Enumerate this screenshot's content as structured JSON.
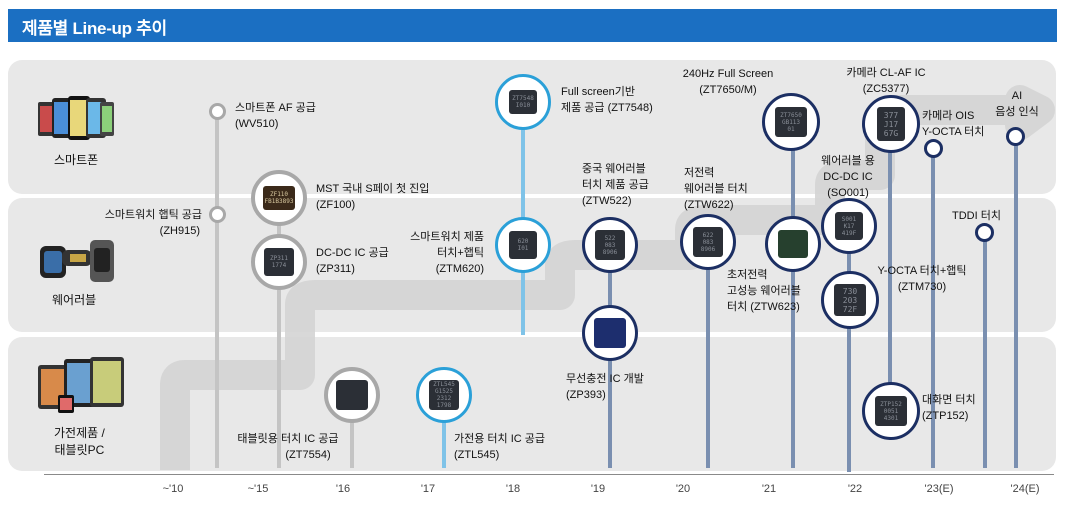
{
  "header": {
    "title": "제품별 Line-up 추이"
  },
  "categories": [
    {
      "label": "스마트폰",
      "icon": "smartphones-icon"
    },
    {
      "label": "웨어러블",
      "icon": "smartwatch-icon"
    },
    {
      "label_line1": "가전제품 /",
      "label_line2": "태블릿PC",
      "icon": "tablets-icon"
    }
  ],
  "milestones": {
    "wv510": {
      "title": "스마트폰 AF 공급",
      "code": "(WV510)"
    },
    "zh915": {
      "title": "스마트워치 햅틱 공급",
      "code": "(ZH915)"
    },
    "zf100": {
      "title": "MST 국내 S페이 첫 진입",
      "code": "(ZF100)"
    },
    "zp311": {
      "title": "DC-DC IC 공급",
      "code": "(ZP311)"
    },
    "zt7554": {
      "title": "태블릿용 터치 IC 공급",
      "code": "(ZT7554)"
    },
    "ztl545": {
      "title": "가전용 터치 IC 공급",
      "code": "(ZTL545)"
    },
    "zt7548": {
      "title_line1": "Full screen기반",
      "title_line2": "제품 공급 (ZT7548)"
    },
    "ztm620": {
      "title_line1": "스마트워치 제품",
      "title_line2": "터치+햅틱",
      "code": "(ZTM620)"
    },
    "ztw522": {
      "title_line1": "중국 웨어러블",
      "title_line2": "터치 제품 공급",
      "code": "(ZTW522)"
    },
    "zp393": {
      "title": "무선충전 IC 개발",
      "code": "(ZP393)"
    },
    "ztw622": {
      "title_line1": "저전력",
      "title_line2": "웨어러블 터치",
      "code": "(ZTW622)"
    },
    "zt7650": {
      "title": "240Hz Full Screen",
      "code": "(ZT7650/M)"
    },
    "ztw623": {
      "title_line1": "초저전력",
      "title_line2": "고성능 웨어러블",
      "title_line3": "터치 (ZTW623)"
    },
    "so001": {
      "title_line1": "웨어러블 용",
      "title_line2": "DC-DC  IC",
      "code": "(SO001)"
    },
    "zc5377": {
      "title": "카메라 CL-AF  IC",
      "code": "(ZC5377)"
    },
    "ztm730": {
      "title": "Y-OCTA 터치+햅틱",
      "code": "(ZTM730)"
    },
    "ois": {
      "title_line1": "카메라 OIS",
      "title_line2": "Y-OCTA 터치"
    },
    "ztp152": {
      "title": "대화면 터치",
      "code": "(ZTP152)"
    },
    "tddi": {
      "title": "TDDI  터치"
    },
    "ai": {
      "title_line1": "AI",
      "title_line2": "음성 인식"
    }
  },
  "chip_markings": {
    "zf100": "ZF110\nFB1B3893",
    "zt7548": "ZT7548\nI010",
    "zp311": "ZP311\n1774",
    "ztm620": "620\nI01",
    "ztw522": "522\n083\n8906",
    "ztw622": "622\n083\n8906",
    "zt7650": "ZT7650\nGB113\n01",
    "zc5377": "377\nJ17\n67G",
    "so001": "S001\nK17\n419F",
    "ztm730": "730\n203\n72F",
    "ztl545": "ZTL545\nG1525\n2312\n1798",
    "ztp152": "ZTP152\n0051\n4301"
  },
  "years": [
    "~'10",
    "~'15",
    "'16",
    "'17",
    "'18",
    "'19",
    "'20",
    "'21",
    "'22",
    "'23(E)",
    "'24(E)"
  ],
  "colors": {
    "header": "#1b6fc2",
    "band": "#e8e8e8",
    "line_gray": "#bfbfbf",
    "line_light_blue": "#7fc3e8",
    "line_navy": "#7a8fb0",
    "ring_light_blue": "#2ba0d8",
    "ring_navy": "#1c2f63"
  }
}
